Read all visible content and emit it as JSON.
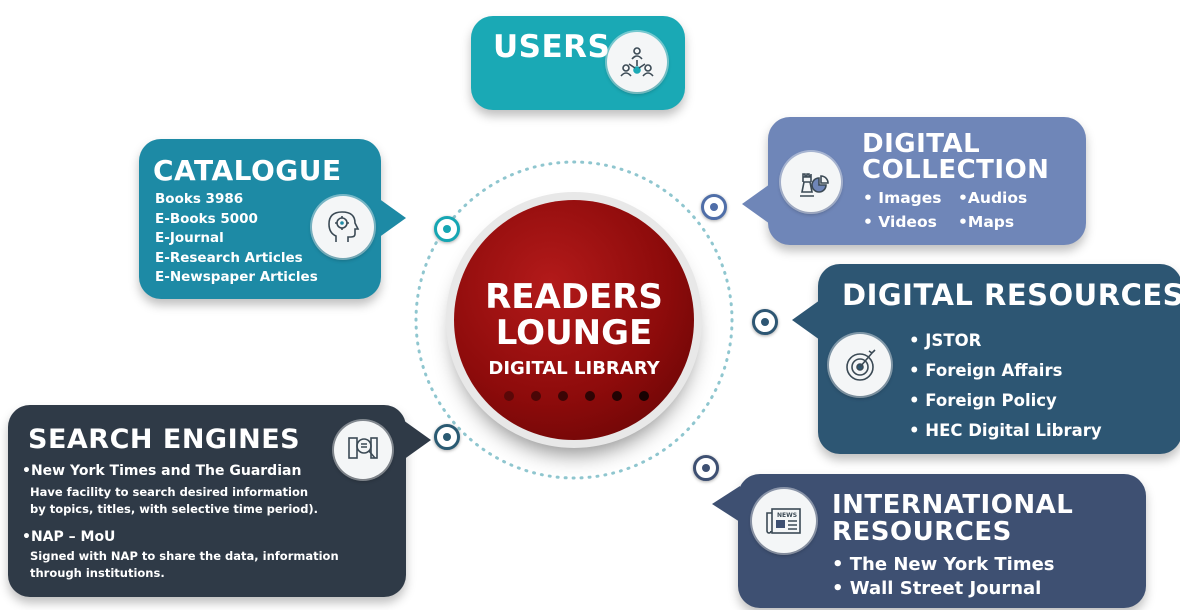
{
  "users": {
    "title": "USERS",
    "icon": "users-network-icon",
    "color": "#1aa9b5"
  },
  "catalogue": {
    "title": "CATALOGUE",
    "icon": "head-gear-icon",
    "color": "#1d8aa5",
    "items": [
      "Books 3986",
      "E-Books 5000",
      "E-Journal",
      "E-Research Articles",
      "E-Newspaper Articles"
    ]
  },
  "digital_collection": {
    "title_line1": "DIGITAL",
    "title_line2": "COLLECTION",
    "icon": "chess-chart-icon",
    "color": "#6f86b8",
    "items": [
      "• Images",
      "• Videos",
      "•Audios",
      "•Maps"
    ]
  },
  "digital_resources": {
    "title": "DIGITAL RESOURCES",
    "icon": "target-icon",
    "color": "#2d5673",
    "items": [
      "• JSTOR",
      "• Foreign Affairs",
      "• Foreign Policy",
      "• HEC Digital Library"
    ]
  },
  "search_engines": {
    "title": "SEARCH ENGINES",
    "icon": "search-document-icon",
    "color": "#2f3a47",
    "item1_title": "•New York Times and The Guardian",
    "item1_desc1": "Have facility to search desired information",
    "item1_desc2": "by topics, titles, with selective time period).",
    "item2_title": "•NAP – MoU",
    "item2_desc1": "Signed with NAP to share the data, information",
    "item2_desc2": "through institutions."
  },
  "international_resources": {
    "title_line1": "INTERNATIONAL",
    "title_line2": "RESOURCES",
    "icon": "newspaper-icon",
    "color": "#3e5072",
    "items": [
      "• The New York Times",
      "• Wall Street Journal"
    ]
  },
  "center": {
    "line1": "READERS",
    "line2": "LOUNGE",
    "line3": "DIGITAL LIBRARY"
  }
}
